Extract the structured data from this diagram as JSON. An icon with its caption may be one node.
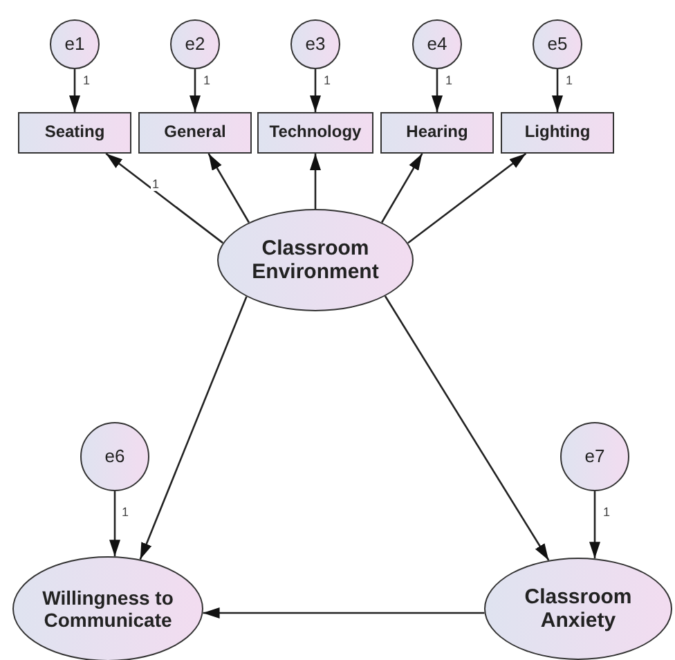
{
  "diagram": {
    "nodes": [
      {
        "text": [
          "e1"
        ]
      },
      {
        "text": [
          "e2"
        ]
      },
      {
        "text": [
          "e3"
        ]
      },
      {
        "text": [
          "e4"
        ]
      },
      {
        "text": [
          "e5"
        ]
      },
      {
        "text": [
          "Seating"
        ]
      },
      {
        "text": [
          "General"
        ]
      },
      {
        "text": [
          "Technology"
        ]
      },
      {
        "text": [
          "Hearing"
        ]
      },
      {
        "text": [
          "Lighting"
        ]
      },
      {
        "text": [
          "Classroom Environment"
        ]
      },
      {
        "text": [
          "e6"
        ]
      },
      {
        "text": [
          "e7"
        ]
      },
      {
        "text": [
          "Willingness to Communicate"
        ]
      },
      {
        "text": [
          "Classroom Anxiety"
        ]
      }
    ],
    "edges": [
      {
        "from": 0,
        "to": 5,
        "arrow": "to",
        "label": "1"
      },
      {
        "from": 1,
        "to": 6,
        "arrow": "to",
        "label": "1"
      },
      {
        "from": 2,
        "to": 7,
        "arrow": "to",
        "label": "1"
      },
      {
        "from": 3,
        "to": 8,
        "arrow": "to",
        "label": "1"
      },
      {
        "from": 4,
        "to": 9,
        "arrow": "to",
        "label": "1"
      },
      {
        "from": 10,
        "to": 5,
        "arrow": "to",
        "label": "1"
      },
      {
        "from": 10,
        "to": 6,
        "arrow": "to"
      },
      {
        "from": 10,
        "to": 7,
        "arrow": "to"
      },
      {
        "from": 10,
        "to": 8,
        "arrow": "to"
      },
      {
        "from": 10,
        "to": 9,
        "arrow": "to"
      },
      {
        "from": 10,
        "to": 13,
        "arrow": "to"
      },
      {
        "from": 10,
        "to": 14,
        "arrow": "to"
      },
      {
        "from": 11,
        "to": 13,
        "arrow": "to",
        "label": "1"
      },
      {
        "from": 12,
        "to": 14,
        "arrow": "to",
        "label": "1"
      },
      {
        "from": 14,
        "to": 13,
        "arrow": "to"
      }
    ]
  }
}
